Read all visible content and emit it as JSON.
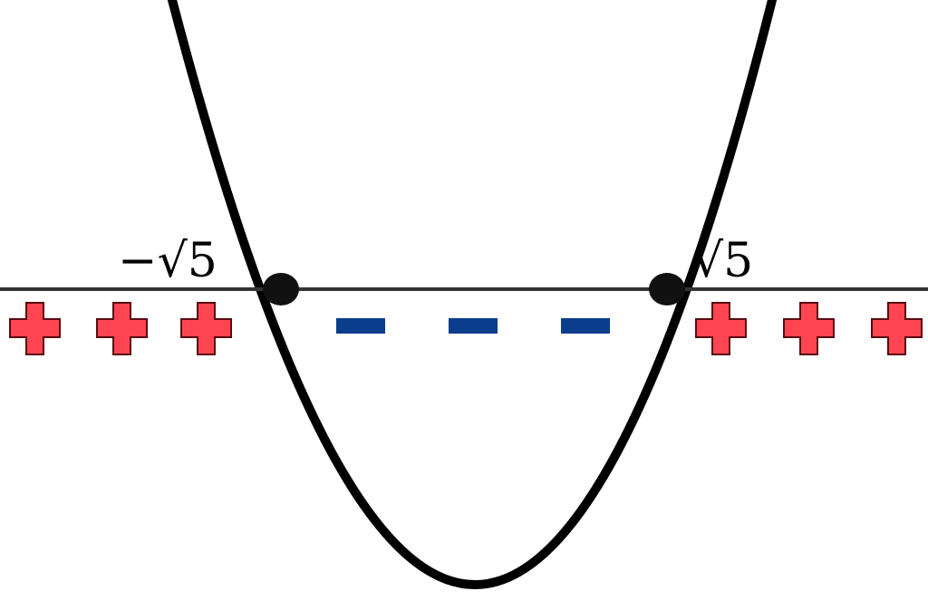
{
  "diagram": {
    "type": "sign-chart",
    "roots": [
      {
        "label": "−√5",
        "name": "root-neg-sqrt5"
      },
      {
        "label": "√5",
        "name": "root-pos-sqrt5"
      }
    ],
    "intervals": [
      {
        "sign": "+",
        "count": 3,
        "region": "left"
      },
      {
        "sign": "−",
        "count": 3,
        "region": "middle"
      },
      {
        "sign": "+",
        "count": 3,
        "region": "right"
      }
    ],
    "colors": {
      "curve": "#000000",
      "axis": "#333333",
      "plus": "#ff4552",
      "minus": "#0a3d8c",
      "root_point": "#111111"
    }
  }
}
